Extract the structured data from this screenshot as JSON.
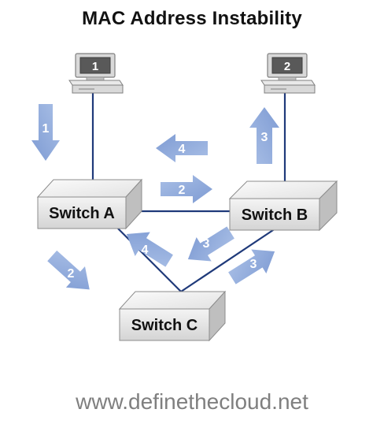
{
  "title": "MAC Address Instability",
  "footer": "www.definethecloud.net",
  "colors": {
    "link": "#1f3a7a",
    "arrow": "#8faadc",
    "switch_front": "#e6e6e6",
    "switch_top": "#f2f2f2",
    "switch_side": "#bfbfbf"
  },
  "hosts": [
    {
      "label": "1"
    },
    {
      "label": "2"
    }
  ],
  "switches": [
    {
      "label": "Switch A"
    },
    {
      "label": "Switch B"
    },
    {
      "label": "Switch C"
    }
  ],
  "arrows": [
    {
      "id": "host1-down",
      "label": "1",
      "direction": "down"
    },
    {
      "id": "host2-up",
      "label": "3",
      "direction": "up"
    },
    {
      "id": "ab-top-left",
      "label": "4",
      "direction": "left"
    },
    {
      "id": "ab-bottom-right",
      "label": "2",
      "direction": "right"
    },
    {
      "id": "a-to-c",
      "label": "2",
      "direction": "down-right"
    },
    {
      "id": "c-to-a",
      "label": "4",
      "direction": "up-left"
    },
    {
      "id": "b-to-c",
      "label": "3",
      "direction": "down-left"
    },
    {
      "id": "c-to-b",
      "label": "3",
      "direction": "up-right"
    }
  ]
}
